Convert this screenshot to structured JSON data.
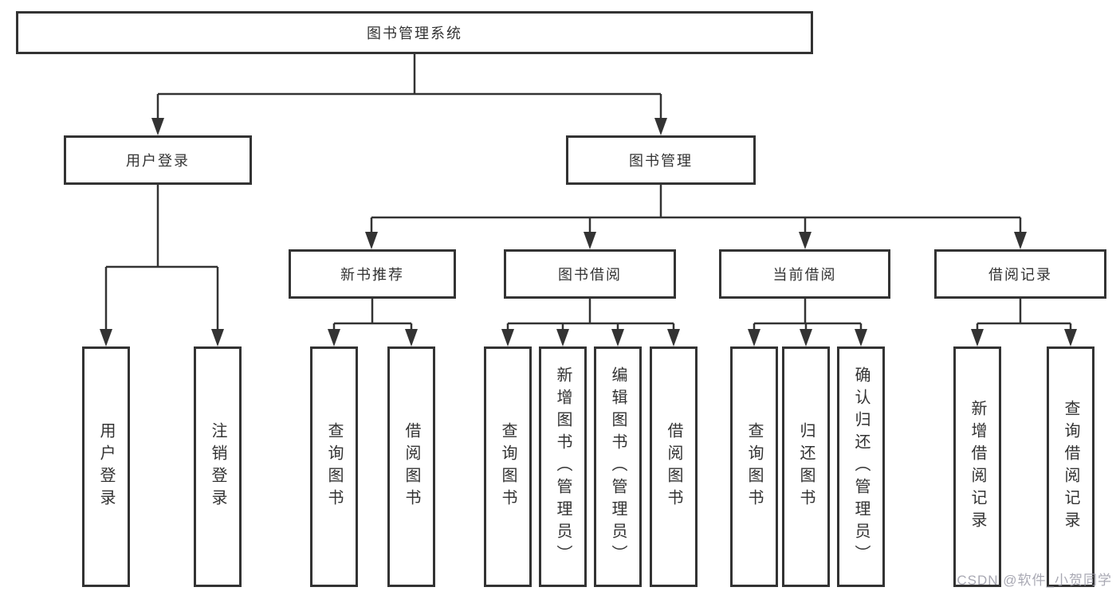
{
  "diagram": {
    "title": "图书管理系统",
    "nodes": {
      "root": "图书管理系统",
      "user_login": "用户登录",
      "book_mgmt": "图书管理",
      "l3": [
        "新书推荐",
        "图书借阅",
        "当前借阅",
        "借阅记录"
      ],
      "user_leaves": [
        "用户登录",
        "注销登录"
      ],
      "newbook_leaves": [
        "查询图书",
        "借阅图书"
      ],
      "borrow_leaves": [
        "查询图书",
        "新增图书（管理员）",
        "编辑图书（管理员）",
        "借阅图书"
      ],
      "current_leaves": [
        "查询图书",
        "归还图书",
        "确认归还（管理员）"
      ],
      "record_leaves": [
        "新增借阅记录",
        "查询借阅记录"
      ]
    },
    "colors": {
      "line": "#333333",
      "text": "#333333",
      "background": "#ffffff",
      "watermark": "#9a9aa6"
    }
  },
  "watermark": {
    "text": "CSDN @软件_小贺同学"
  }
}
